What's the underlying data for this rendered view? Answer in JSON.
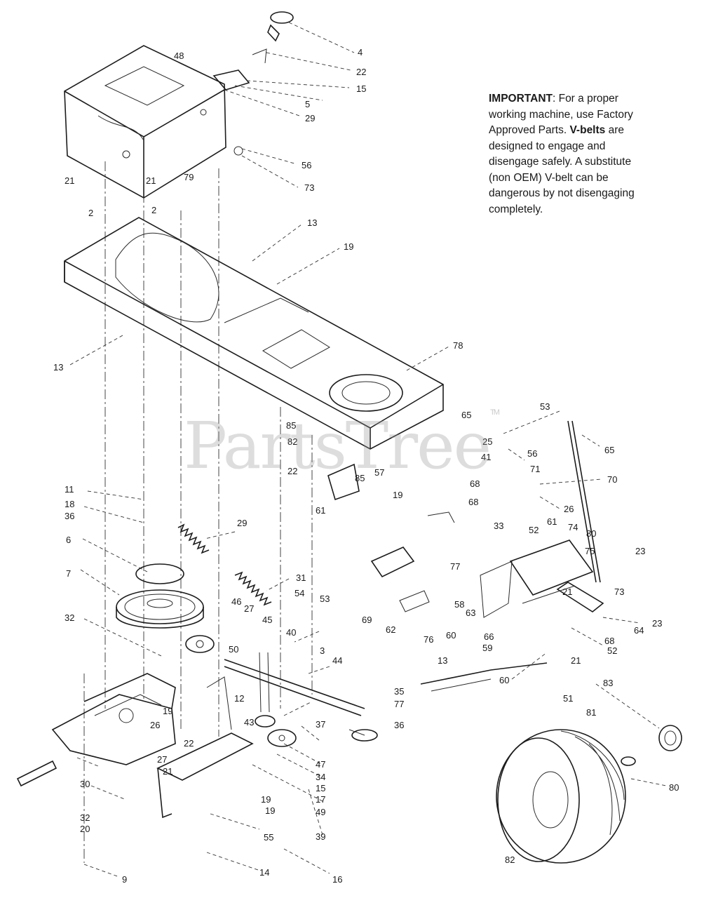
{
  "notice": {
    "lead": "IMPORTANT",
    "text_1": ": For a proper working machine, use Factory Approved Parts. ",
    "vbelt": "V-belts",
    "text_2": " are designed to engage and disengage safely. A substitute (non OEM) V-belt can be dangerous by not disengaging completely."
  },
  "watermark": {
    "brand": "PartsTree",
    "mark": "TM"
  },
  "callouts": [
    "4",
    "22",
    "15",
    "5",
    "29",
    "48",
    "56",
    "73",
    "79",
    "21",
    "2",
    "21",
    "2",
    "13",
    "19",
    "13",
    "78",
    "65",
    "53",
    "65",
    "25",
    "56",
    "41",
    "71",
    "70",
    "68",
    "85",
    "82",
    "22",
    "85",
    "57",
    "11",
    "18",
    "36",
    "29",
    "19",
    "68",
    "33",
    "61",
    "26",
    "52",
    "74",
    "23",
    "6",
    "31",
    "54",
    "61",
    "77",
    "75",
    "7",
    "80",
    "53",
    "58",
    "63",
    "73",
    "21",
    "32",
    "46",
    "27",
    "45",
    "40",
    "50",
    "69",
    "62",
    "76",
    "60",
    "66",
    "64",
    "68",
    "23",
    "52",
    "13",
    "59",
    "3",
    "44",
    "21",
    "60",
    "35",
    "77",
    "36",
    "12",
    "43",
    "37",
    "19",
    "26",
    "83",
    "51",
    "81",
    "47",
    "34",
    "80",
    "27",
    "30",
    "21",
    "22",
    "15",
    "17",
    "49",
    "19",
    "19",
    "32",
    "20",
    "55",
    "39",
    "82",
    "9",
    "14",
    "16"
  ]
}
